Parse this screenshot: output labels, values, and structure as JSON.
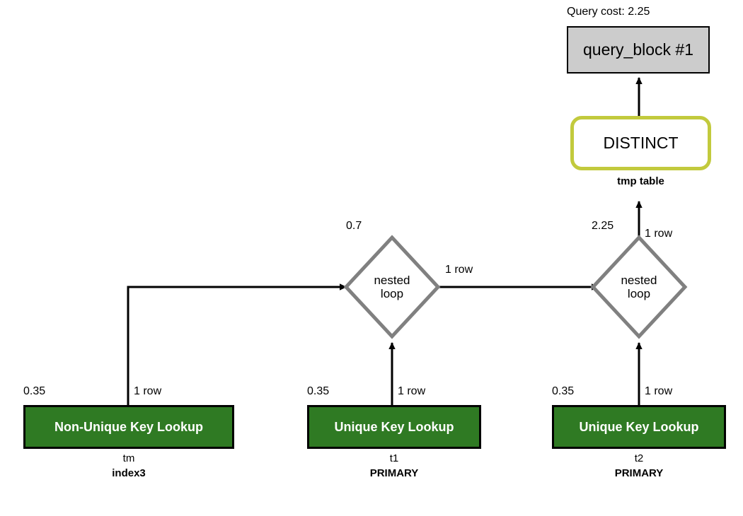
{
  "diagram": {
    "title_note": "Query cost: 2.25",
    "colors": {
      "query_block_fill": "#cccccc",
      "distinct_border": "#c2ca3d",
      "table_op_fill": "#2f7a23",
      "diamond_stroke": "#808080",
      "edge_stroke": "#000000",
      "text": "#000000"
    }
  },
  "query_block": {
    "cost_label": "Query cost: 2.25",
    "label": "query_block #1"
  },
  "distinct": {
    "label": "DISTINCT",
    "caption": "tmp table"
  },
  "joins": [
    {
      "id": "nested-loop-1",
      "label_line1": "nested",
      "label_line2": "loop",
      "cost": "0.7",
      "out_rows": "1 row"
    },
    {
      "id": "nested-loop-2",
      "label_line1": "nested",
      "label_line2": "loop",
      "cost": "2.25",
      "out_rows": "1 row"
    }
  ],
  "tables": [
    {
      "id": "tm",
      "operation": "Non-Unique Key Lookup",
      "cost": "0.35",
      "rows": "1 row",
      "table_name": "tm",
      "index_name": "index3"
    },
    {
      "id": "t1",
      "operation": "Unique Key Lookup",
      "cost": "0.35",
      "rows": "1 row",
      "table_name": "t1",
      "index_name": "PRIMARY"
    },
    {
      "id": "t2",
      "operation": "Unique Key Lookup",
      "cost": "0.35",
      "rows": "1 row",
      "table_name": "t2",
      "index_name": "PRIMARY"
    }
  ]
}
